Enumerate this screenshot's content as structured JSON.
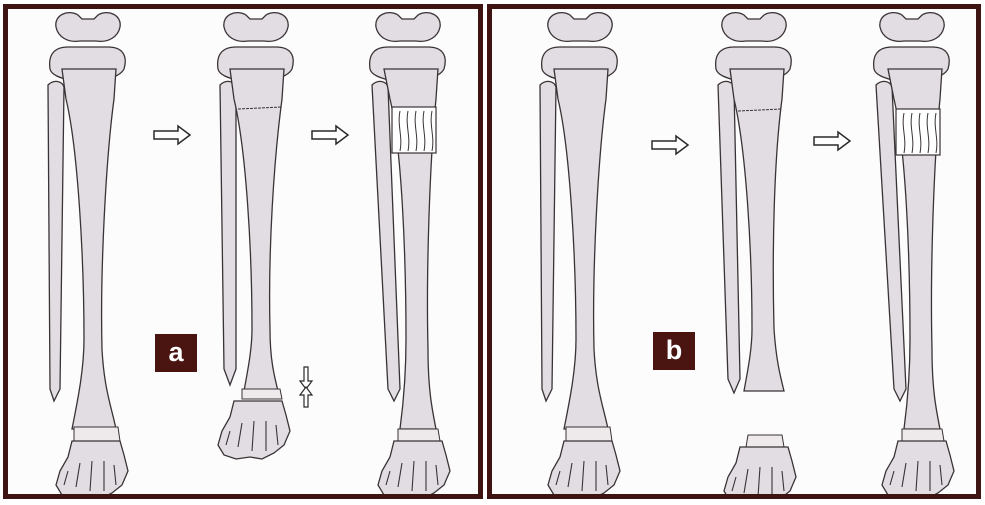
{
  "panels": [
    {
      "id": "a",
      "label": "a"
    },
    {
      "id": "b",
      "label": "b"
    }
  ],
  "colors": {
    "border": "#3d1412",
    "bone_fill": "#e1dde2",
    "bone_stroke": "#3a3336",
    "label_bg": "#4a1411",
    "label_text": "#ffffff"
  },
  "icons": [
    "right-arrow-icon",
    "compression-arrows-icon"
  ]
}
